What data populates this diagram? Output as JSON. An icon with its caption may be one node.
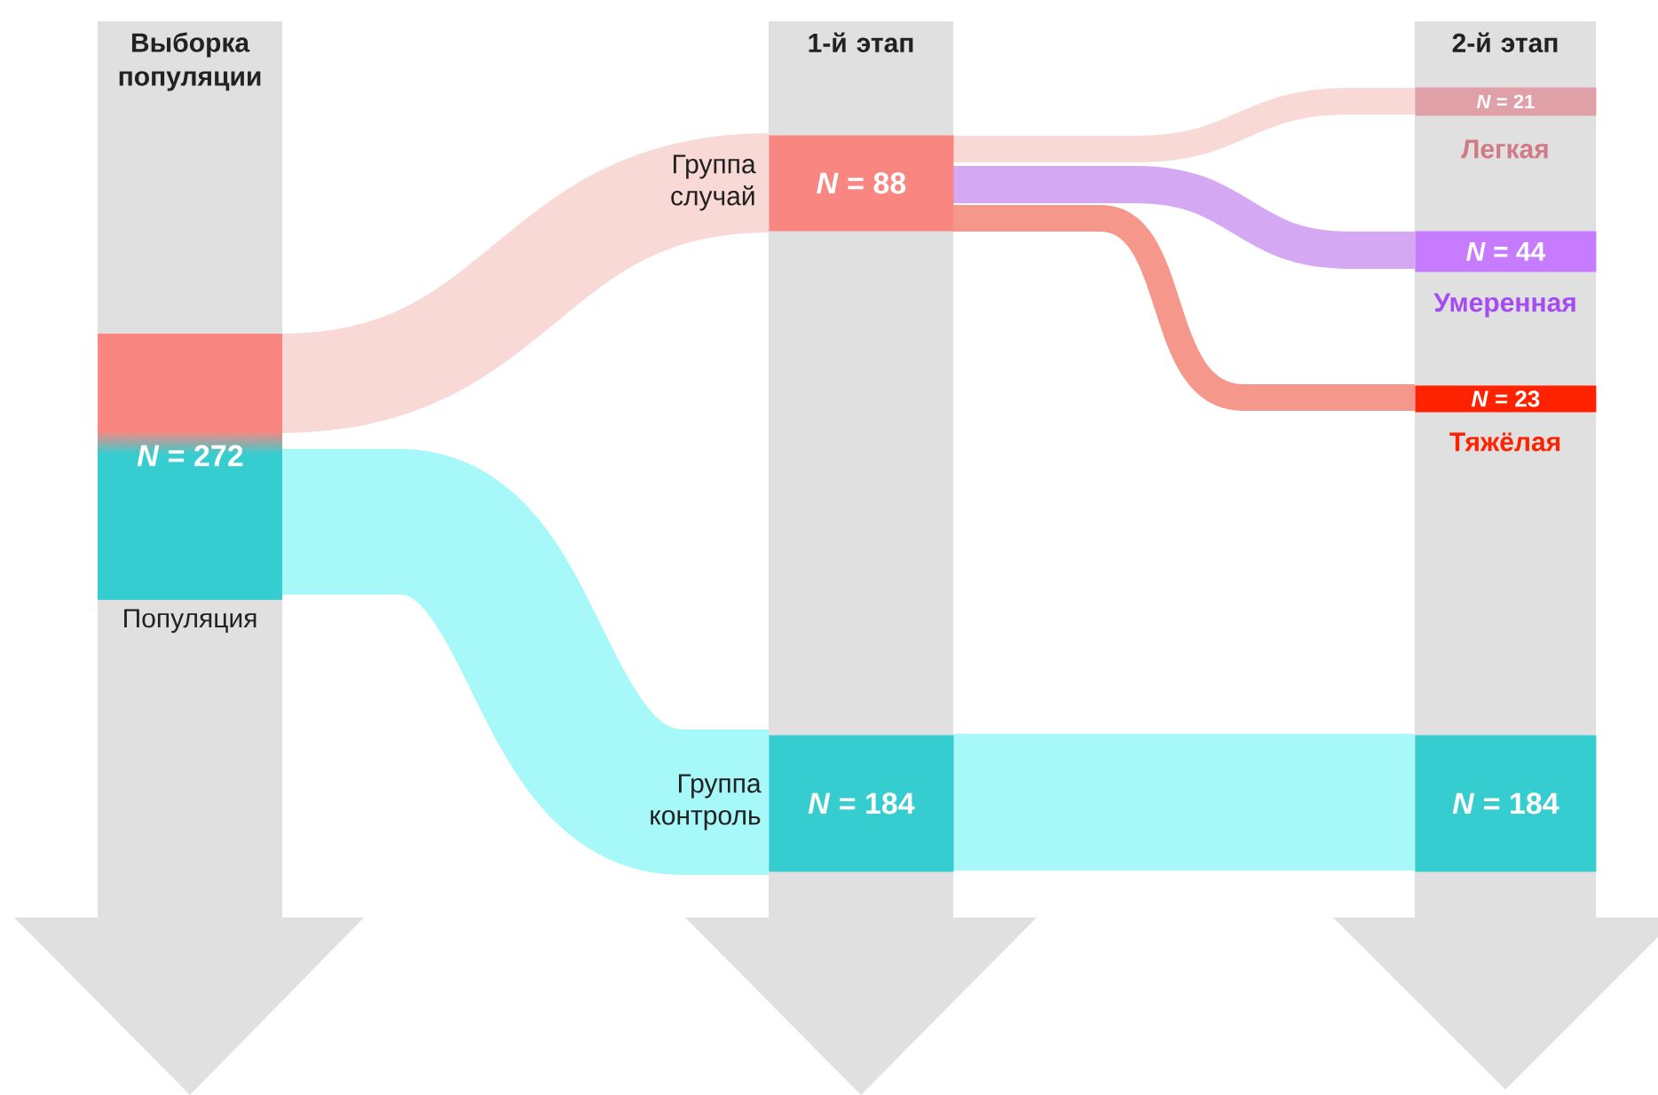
{
  "diagram": {
    "nodes": [
      {
        "text": [
          "*N* = 272"
        ],
        "beside": [
          "Популяция"
        ]
      },
      {
        "text": [
          "*N* = 88"
        ],
        "beside": [
          "Группа случай"
        ]
      },
      {
        "text": [
          "*N* = 184"
        ],
        "beside": [
          "Группа контроль"
        ]
      },
      {
        "text": [
          "*N* = 21"
        ],
        "beside": [
          "Легкая"
        ]
      },
      {
        "text": [
          "*N* = 44"
        ],
        "beside": [
          "Умеренная"
        ]
      },
      {
        "text": [
          "*N* = 23"
        ],
        "beside": [
          "Тяжёлая"
        ]
      },
      {
        "text": [
          "*N* = 184"
        ]
      }
    ],
    "edges": [
      {
        "from": 0,
        "to": 1,
        "arrow": "none",
        "style": "thick",
        "color": "#f9d9d6"
      },
      {
        "from": 0,
        "to": 2,
        "arrow": "none",
        "style": "thick",
        "color": "#a6f8f9"
      },
      {
        "from": 1,
        "to": 3,
        "arrow": "none",
        "color": "#f9d9d6"
      },
      {
        "from": 1,
        "to": 4,
        "arrow": "none",
        "color": "#d4a8f2"
      },
      {
        "from": 1,
        "to": 5,
        "arrow": "none",
        "color": "#f5978a"
      },
      {
        "from": 2,
        "to": 6,
        "arrow": "none",
        "style": "thick",
        "color": "#a6f8f9"
      }
    ],
    "labels": [
      "Выборка популяции",
      "1-й этап",
      "2-й этап"
    ]
  }
}
